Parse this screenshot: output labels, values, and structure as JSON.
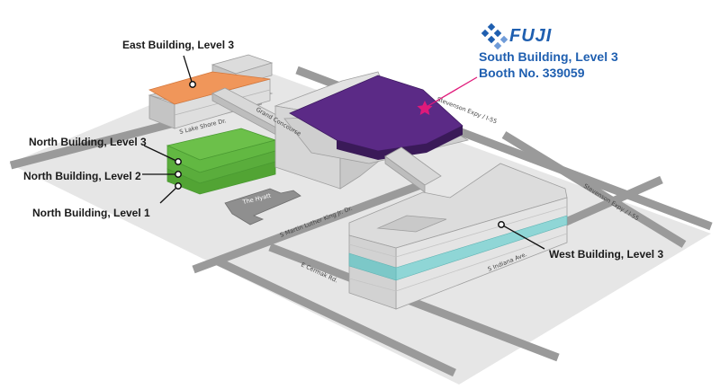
{
  "brand": {
    "name": "FUJI",
    "color": "#1f5fb0",
    "icon": "fuji-diamond-logo-icon"
  },
  "booth": {
    "building_label": "South Building, Level 3",
    "booth_label": "Booth No. 339059",
    "marker_icon": "star-icon",
    "marker_color": "#e0197a"
  },
  "callouts": {
    "east_level3": "East Building, Level 3",
    "north_level3": "North Building, Level 3",
    "north_level2": "North Building, Level 2",
    "north_level1": "North Building, Level 1",
    "west_level3": "West Building, Level 3"
  },
  "streets": {
    "lake_shore": "S Lake Shore Dr.",
    "grand_concourse": "Grand Concourse",
    "stevenson_top": "Stevenson Expy / I-55",
    "stevenson_right": "Stevenson Expy / I-55",
    "mlk": "S Martin Luther King Jr. Dr.",
    "cermak": "E Cermak Rd.",
    "indiana": "S Indiana Ave."
  },
  "landmarks": {
    "hyatt": "The Hyatt"
  },
  "colors": {
    "ground": "#e6e6e6",
    "road": "#9a9a9a",
    "building": "#dcdcdc",
    "building_side": "#b9b9b9",
    "east_highlight": "#f0965a",
    "north_highlight": "#6cc04a",
    "south_highlight": "#5b2a86",
    "west_highlight": "#8fd6d6"
  }
}
